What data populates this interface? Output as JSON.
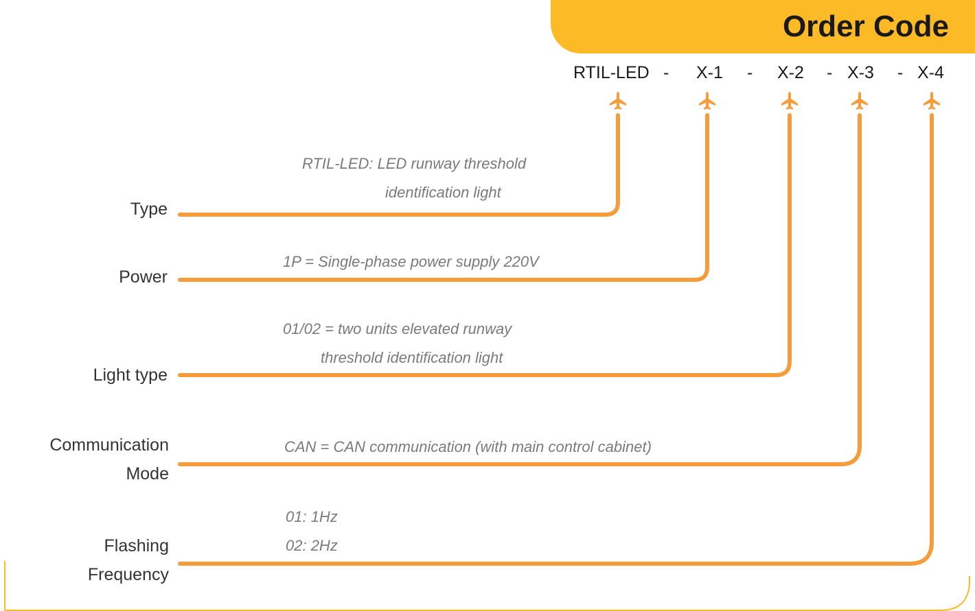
{
  "header": {
    "title": "Order Code"
  },
  "code": {
    "segments": [
      {
        "id": "type",
        "text": "RTIL-LED"
      },
      {
        "id": "x1",
        "text": "X-1"
      },
      {
        "id": "x2",
        "text": "X-2"
      },
      {
        "id": "x3",
        "text": "X-3"
      },
      {
        "id": "x4",
        "text": "X-4"
      }
    ],
    "separator": "-"
  },
  "fields": [
    {
      "label_line1": "Type",
      "label_line2": "",
      "desc_line1": "RTIL-LED: LED runway threshold",
      "desc_line2": "identification light"
    },
    {
      "label_line1": "Power",
      "label_line2": "",
      "desc_line1": "1P = Single-phase power supply 220V",
      "desc_line2": ""
    },
    {
      "label_line1": "Light type",
      "label_line2": "",
      "desc_line1": "01/02 = two units elevated runway",
      "desc_line2": "threshold identification light"
    },
    {
      "label_line1": "Communication",
      "label_line2": "Mode",
      "desc_line1": "CAN = CAN communication (with main control cabinet)",
      "desc_line2": ""
    },
    {
      "label_line1": "Flashing",
      "label_line2": "Frequency",
      "desc_line1": "01: 1Hz",
      "desc_line2": "02: 2Hz"
    }
  ],
  "colors": {
    "accent": "#fcbb26",
    "connector": "#f59c3c",
    "label_text": "#333333",
    "desc_text": "#7a7a7a"
  },
  "icons": {
    "pointer": "airplane-icon"
  }
}
